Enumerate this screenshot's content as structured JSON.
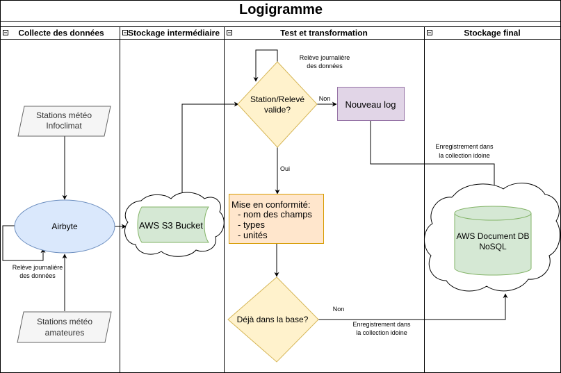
{
  "title": "Logigramme",
  "lanes": [
    {
      "label": "Collecte des données"
    },
    {
      "label": "Stockage intermédiaire"
    },
    {
      "label": "Test et transformation"
    },
    {
      "label": "Stockage final"
    }
  ],
  "nodes": {
    "infoclimat": {
      "line1": "Stations météo",
      "line2": "Infoclimat"
    },
    "amateurs": {
      "line1": "Stations météo",
      "line2": "amateures"
    },
    "airbyte": {
      "label": "Airbyte"
    },
    "s3": {
      "label": "AWS S3 Bucket"
    },
    "station_check": {
      "line1": "Station/Relevé",
      "line2": "valide?"
    },
    "new_log": {
      "label": "Nouveau log"
    },
    "conform": {
      "line1": "Mise en conformité:",
      "line2": "- nom des champs",
      "line3": "- types",
      "line4": "- unités"
    },
    "in_base": {
      "label": "Déjà dans la base?"
    },
    "docdb": {
      "line1": "AWS Document DB",
      "line2": "NoSQL"
    }
  },
  "edge_labels": {
    "daily_top": {
      "line1": "Relève journalière",
      "line2": "des données"
    },
    "daily_left": {
      "line1": "Relève journalière",
      "line2": "des données"
    },
    "non_1": "Non",
    "oui": "Oui",
    "non_2": "Non",
    "register_1": {
      "line1": "Enregistrement dans",
      "line2": "la collection idoine"
    },
    "register_2": {
      "line1": "Enregistrement dans",
      "line2": "la collection idoine"
    }
  },
  "colors": {
    "gray_fill": "#f5f5f5",
    "blue_fill": "#dae8fc",
    "green_fill": "#d5e8d4",
    "yellow_fill": "#fff2cc",
    "orange_fill": "#ffe6cc",
    "purple_fill": "#e1d5e7"
  }
}
